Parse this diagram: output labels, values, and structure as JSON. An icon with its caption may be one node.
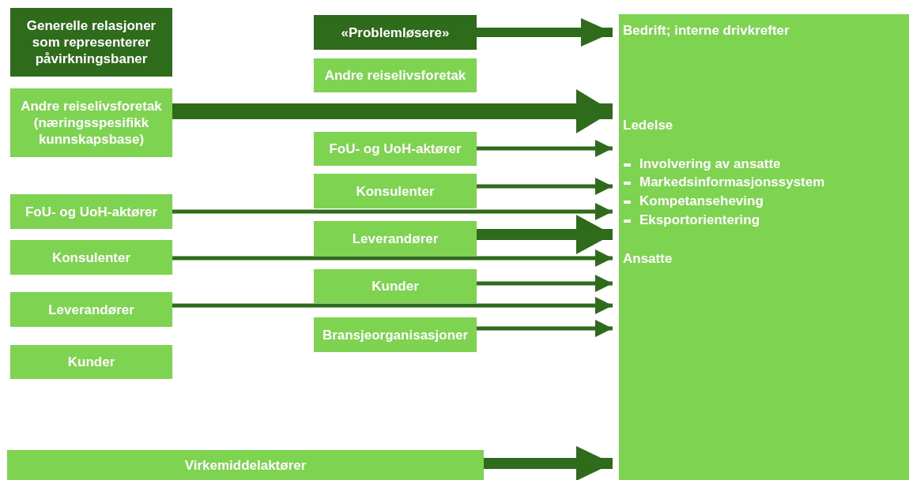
{
  "diagram": {
    "nodes": [
      {
        "text": [
          "Generelle relasjoner som representerer påvirkningsbaner"
        ]
      },
      {
        "text": [
          "«Problemløsere»"
        ]
      },
      {
        "text": [
          "Bedrift; interne drivkrefter",
          "Ledelse",
          "Involvering av ansatte",
          "Markedsinformasjonssystem",
          "Kompetanseheving",
          "Eksportorientering",
          "Ansatte"
        ]
      },
      {
        "text": [
          "Andre reiselivsforetak"
        ]
      },
      {
        "text": [
          "Andre reiselivsforetak (næringsspesifikk kunnskapsbase)"
        ]
      },
      {
        "text": [
          "FoU- og UoH-aktører"
        ]
      },
      {
        "text": [
          "Konsulenter"
        ]
      },
      {
        "text": [
          "FoU- og UoH-aktører"
        ]
      },
      {
        "text": [
          "Leverandører"
        ]
      },
      {
        "text": [
          "Konsulenter"
        ]
      },
      {
        "text": [
          "Kunder"
        ]
      },
      {
        "text": [
          "Leverandører"
        ]
      },
      {
        "text": [
          "Bransjeorganisasjoner"
        ]
      },
      {
        "text": [
          "Kunder"
        ]
      },
      {
        "text": [
          "Virkemiddelaktører"
        ]
      }
    ],
    "edges": [
      {
        "from": 1,
        "to": 2,
        "arrow": "to",
        "style": "thick"
      },
      {
        "from": 4,
        "to": 2,
        "arrow": "to",
        "style": "thick"
      },
      {
        "from": 5,
        "to": 2,
        "arrow": "to"
      },
      {
        "from": 6,
        "to": 2,
        "arrow": "to"
      },
      {
        "from": 7,
        "to": 2,
        "arrow": "to"
      },
      {
        "from": 8,
        "to": 2,
        "arrow": "to",
        "style": "thick"
      },
      {
        "from": 9,
        "to": 2,
        "arrow": "to"
      },
      {
        "from": 10,
        "to": 2,
        "arrow": "to"
      },
      {
        "from": 11,
        "to": 2,
        "arrow": "to"
      },
      {
        "from": 12,
        "to": 2,
        "arrow": "to"
      },
      {
        "from": 14,
        "to": 2,
        "arrow": "to",
        "style": "thick"
      }
    ]
  }
}
